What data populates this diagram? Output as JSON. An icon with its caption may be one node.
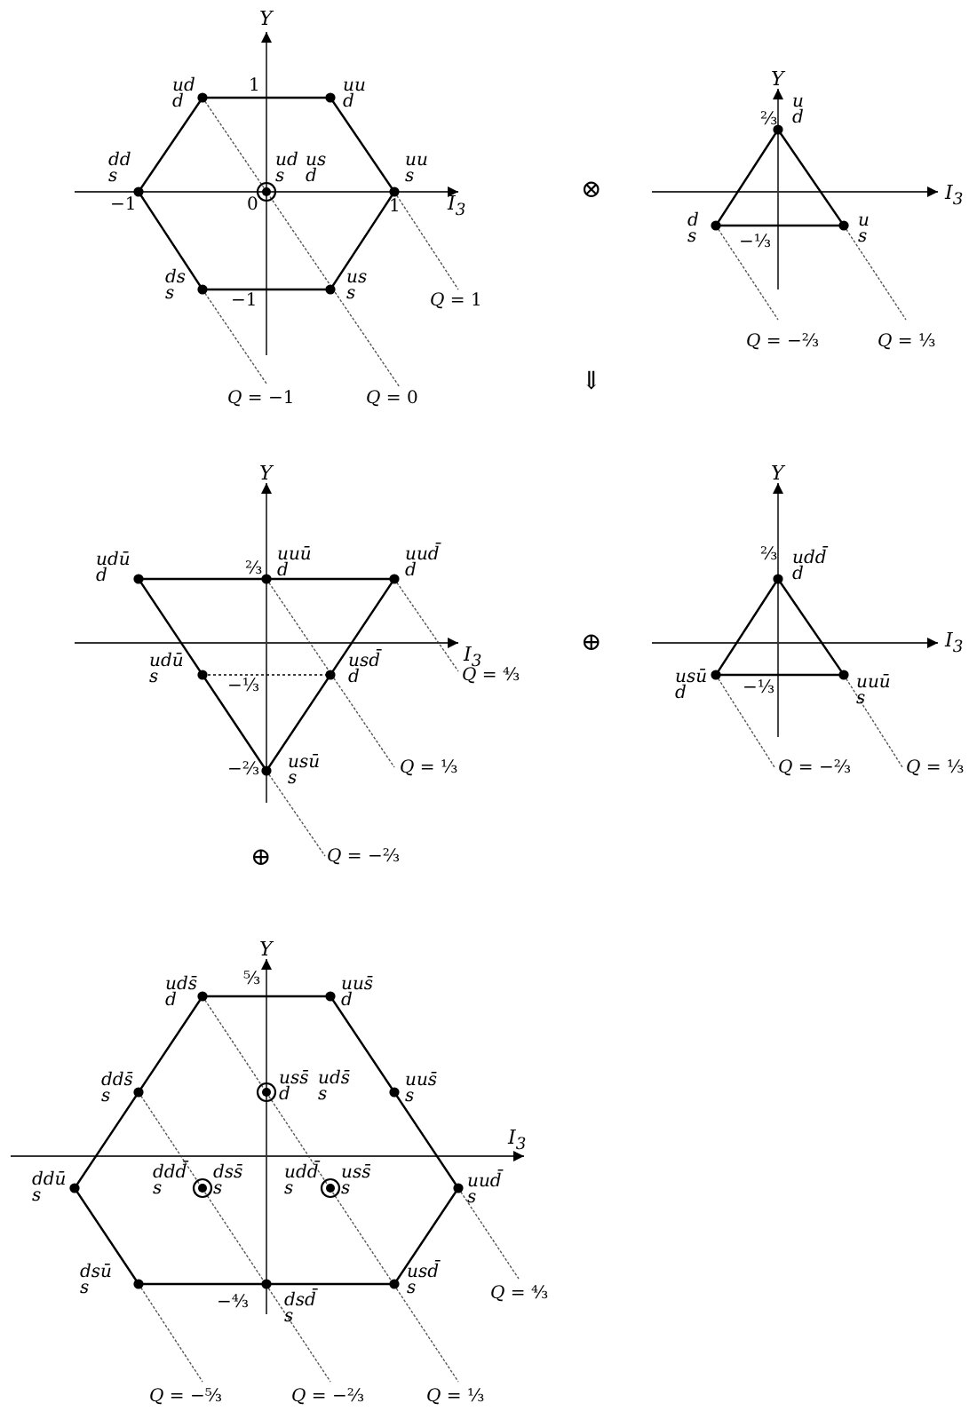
{
  "diagram": {
    "labels": [
      "Y",
      "ud d",
      "1",
      "uu d",
      "dd s",
      "ud s",
      "us d",
      "uu s",
      "−1",
      "0",
      "1",
      "*I*$_{3}$",
      "ds s",
      "−1",
      "us s",
      "*Q* = 1",
      "*Q* = −1",
      "*Q* = 0",
      "Y",
      "⅔",
      "u d",
      "⊗",
      "*I*$_{3}$",
      "d s",
      "u s",
      "−⅓",
      "*Q* = −⅔",
      "*Q* = ⅓",
      "⇓",
      "Y",
      "udū d",
      "⅔",
      "uuū d",
      "uud̄ d",
      "*I*$_{3}$",
      "udū s",
      "usd̄ d",
      "*Q* = ⁴⁄₃",
      "−⅓",
      "−⅔",
      "usū s",
      "*Q* = ⅓",
      "⊕",
      "*Q* = −⅔",
      "Y",
      "⅔",
      "udd̄ d",
      "⊕",
      "*I*$_{3}$",
      "usū d",
      "−⅓",
      "uuū s",
      "*Q* = −⅔",
      "*Q* = ⅓",
      "Y",
      "uds̄ d",
      "⁵⁄₃",
      "uus̄ d",
      "dds̄ s",
      "uss̄ d",
      "uds̄ s",
      "uus̄ s",
      "*I*$_{3}$",
      "ddū s",
      "ddd̄ s",
      "dss̄ s",
      "udd̄ s",
      "uss̄ s",
      "uud̄ s",
      "dsū s",
      "−⁴⁄₃",
      "dsd̄ s",
      "usd̄ s",
      "*Q* = ⁴⁄₃",
      "*Q* = −⁵⁄₃",
      "*Q* = −⅔",
      "*Q* = ⅓"
    ]
  }
}
